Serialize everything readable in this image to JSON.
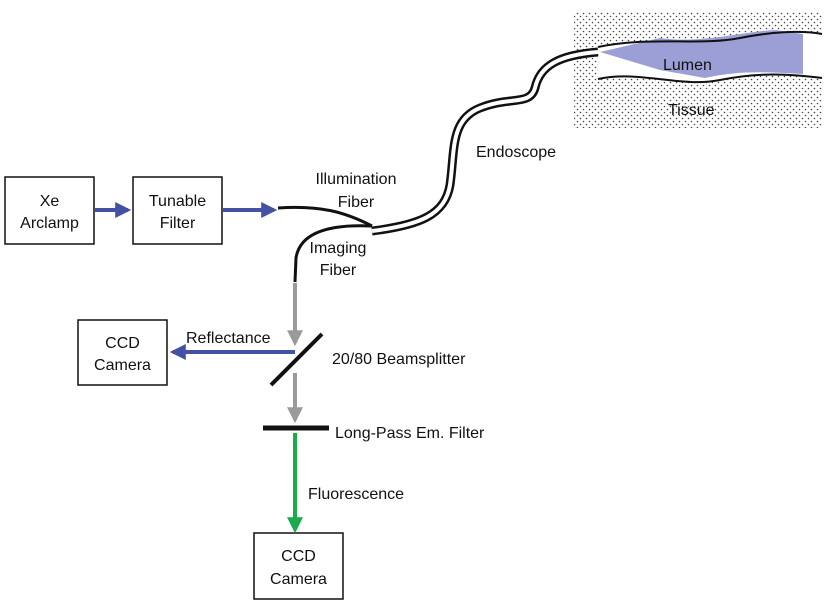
{
  "boxes": {
    "xe_arclamp": [
      "Xe",
      "Arclamp"
    ],
    "tunable_filter": [
      "Tunable",
      "Filter"
    ],
    "ccd_reflectance": [
      "CCD",
      "Camera"
    ],
    "ccd_fluorescence": [
      "CCD",
      "Camera"
    ]
  },
  "labels": {
    "illumination_fiber": [
      "Illumination",
      "Fiber"
    ],
    "imaging_fiber": [
      "Imaging",
      "Fiber"
    ],
    "endoscope": "Endoscope",
    "lumen": "Lumen",
    "tissue": "Tissue",
    "reflectance": "Reflectance",
    "beamsplitter": "20/80 Beamsplitter",
    "long_pass_filter": "Long-Pass Em. Filter",
    "fluorescence": "Fluorescence"
  },
  "colors": {
    "excitation_arrow": "#4552a3",
    "reflectance_arrow": "#4552a3",
    "imaging_arrow": "#9a9a9a",
    "fluorescence_arrow": "#1aab4b",
    "lumen_fill": "#9b9fd6",
    "tissue_dots": "#444444"
  }
}
